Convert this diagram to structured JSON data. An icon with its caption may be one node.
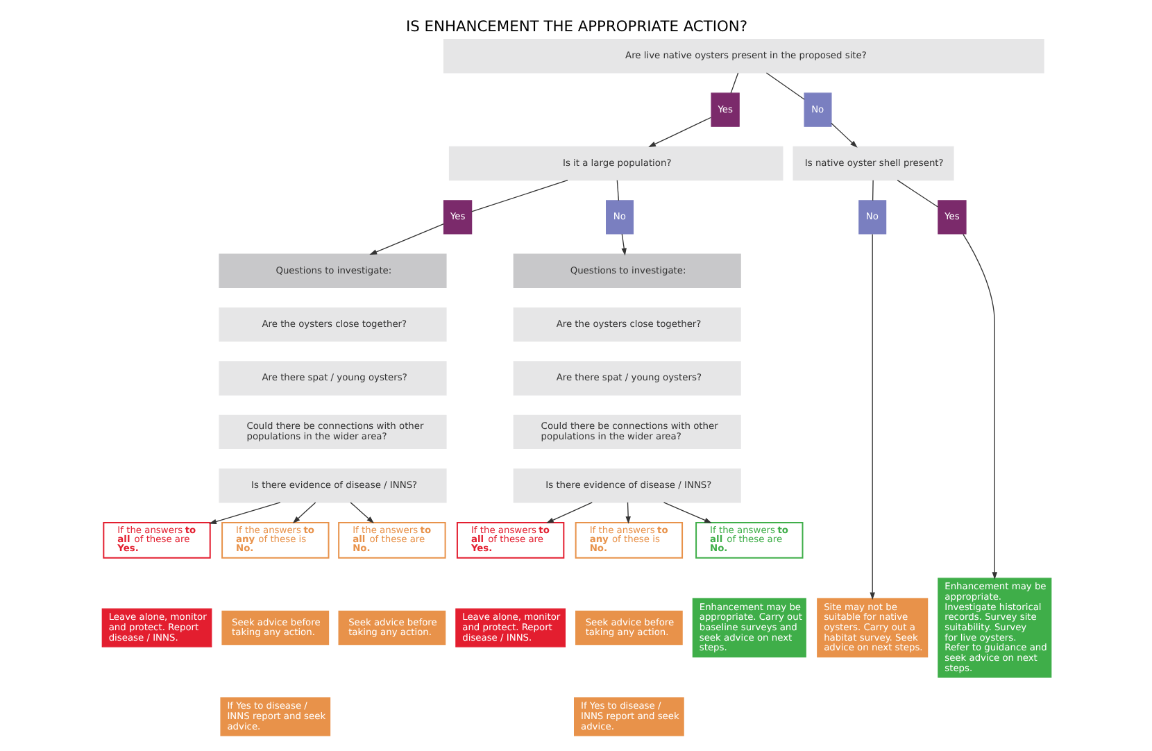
{
  "diagram": {
    "title": "IS ENHANCEMENT THE APPROPRIATE ACTION?",
    "nodes": [
      {
        "text": [
          "Are live native oysters present in the proposed site?"
        ]
      },
      {
        "text": [
          "Yes"
        ]
      },
      {
        "text": [
          "No"
        ]
      },
      {
        "text": [
          "Is it a large population?"
        ]
      },
      {
        "text": [
          "Is native oyster shell present?"
        ]
      },
      {
        "text": [
          "Yes"
        ]
      },
      {
        "text": [
          "No"
        ]
      },
      {
        "text": [
          "No"
        ]
      },
      {
        "text": [
          "Yes"
        ]
      },
      {
        "text": [
          "Questions to investigate:"
        ]
      },
      {
        "text": [
          "Are the oysters close together?"
        ]
      },
      {
        "text": [
          "Are there spat / young oysters?"
        ]
      },
      {
        "text": [
          "Could there be connections with other populations in the wider area?"
        ]
      },
      {
        "text": [
          "Is there evidence of disease / INNS?"
        ]
      },
      {
        "text": [
          "Questions to investigate:"
        ]
      },
      {
        "text": [
          "Are the oysters close together?"
        ]
      },
      {
        "text": [
          "Are there spat / young oysters?"
        ]
      },
      {
        "text": [
          "Could there be connections with other populations in the wider area?"
        ]
      },
      {
        "text": [
          "Is there evidence of disease / INNS?"
        ]
      },
      {
        "text": [
          "If the answers **to all** of these are **Yes.**"
        ]
      },
      {
        "text": [
          "Leave alone, monitor and protect. Report disease / INNS."
        ]
      },
      {
        "text": [
          "If the answers **to any** of these is **No.**"
        ]
      },
      {
        "text": [
          "Seek advice before taking any action."
        ]
      },
      {
        "text": [
          "If Yes to disease / INNS report and seek advice."
        ]
      },
      {
        "text": [
          "If the answers **to all** of these are **No.**"
        ]
      },
      {
        "text": [
          "Seek advice before taking any action."
        ]
      },
      {
        "text": [
          "If the answers **to all** of these are **Yes.**"
        ]
      },
      {
        "text": [
          "Leave alone, monitor and protect. Report disease / INNS."
        ]
      },
      {
        "text": [
          "If the answers **to any** of these is **No.**"
        ]
      },
      {
        "text": [
          "Seek advice before taking any action."
        ]
      },
      {
        "text": [
          "If Yes to disease / INNS report and seek advice."
        ]
      },
      {
        "text": [
          "If the answers **to all** of these are **No.**"
        ]
      },
      {
        "text": [
          "Enhancement may be appropriate. Carry out baseline surveys and seek advice on next steps."
        ]
      },
      {
        "text": [
          "Site may not be suitable for native oysters. Carry out a habitat survey. Seek advice on next steps."
        ]
      },
      {
        "text": [
          "Enhancement may be appropriate. Investigate historical records. Survey site suitability. Survey for live oysters. Refer to guidance and seek advice on next steps."
        ]
      }
    ],
    "edges": [
      {
        "from": 0,
        "to": 1,
        "arrow": "none"
      },
      {
        "from": 1,
        "to": 3,
        "arrow": "to"
      },
      {
        "from": 0,
        "to": 2,
        "arrow": "none"
      },
      {
        "from": 2,
        "to": 4,
        "arrow": "to"
      },
      {
        "from": 3,
        "to": 5,
        "arrow": "none"
      },
      {
        "from": 5,
        "to": 9,
        "arrow": "to"
      },
      {
        "from": 3,
        "to": 6,
        "arrow": "none"
      },
      {
        "from": 6,
        "to": 14,
        "arrow": "to"
      },
      {
        "from": 4,
        "to": 7,
        "arrow": "none"
      },
      {
        "from": 7,
        "to": 33,
        "arrow": "to"
      },
      {
        "from": 4,
        "to": 8,
        "arrow": "none"
      },
      {
        "from": 8,
        "to": 34,
        "arrow": "to"
      },
      {
        "from": 13,
        "to": 19,
        "arrow": "to"
      },
      {
        "from": 13,
        "to": 21,
        "arrow": "to"
      },
      {
        "from": 13,
        "to": 24,
        "arrow": "to"
      },
      {
        "from": 18,
        "to": 26,
        "arrow": "to"
      },
      {
        "from": 18,
        "to": 28,
        "arrow": "to"
      },
      {
        "from": 18,
        "to": 31,
        "arrow": "to"
      }
    ]
  }
}
